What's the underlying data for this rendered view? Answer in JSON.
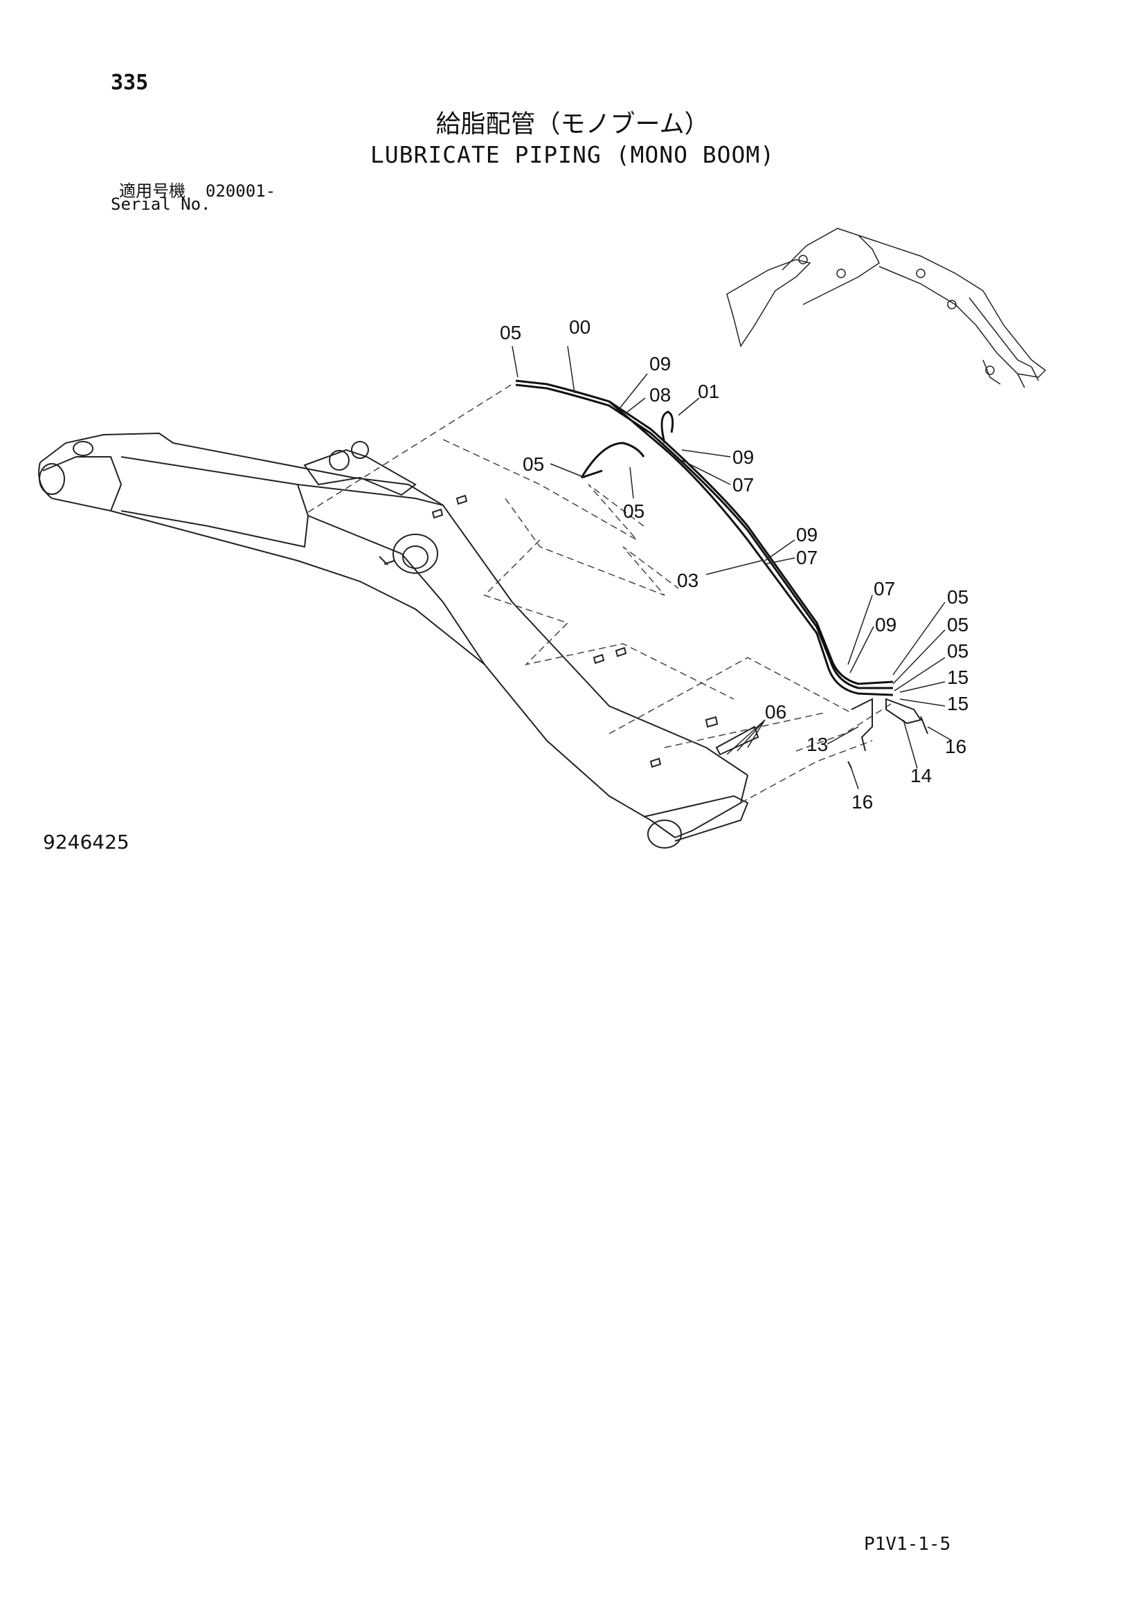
{
  "header": {
    "page_number": "335",
    "title_jp": "給脂配管（モノブーム）",
    "title_en": "LUBRICATE PIPING (MONO BOOM)",
    "serial_label_jp": "適用号機",
    "serial_value": "020001-",
    "serial_label_en": "Serial No."
  },
  "drawing": {
    "drawing_number": "9246425",
    "callouts": [
      {
        "id": "c-05a",
        "text": "05"
      },
      {
        "id": "c-00",
        "text": "00"
      },
      {
        "id": "c-09a",
        "text": "09"
      },
      {
        "id": "c-08",
        "text": "08"
      },
      {
        "id": "c-01",
        "text": "01"
      },
      {
        "id": "c-05b",
        "text": "05"
      },
      {
        "id": "c-09b",
        "text": "09"
      },
      {
        "id": "c-07a",
        "text": "07"
      },
      {
        "id": "c-05c",
        "text": "05"
      },
      {
        "id": "c-09c",
        "text": "09"
      },
      {
        "id": "c-07b",
        "text": "07"
      },
      {
        "id": "c-03",
        "text": "03"
      },
      {
        "id": "c-07c",
        "text": "07"
      },
      {
        "id": "c-05d",
        "text": "05"
      },
      {
        "id": "c-09d",
        "text": "09"
      },
      {
        "id": "c-05e",
        "text": "05"
      },
      {
        "id": "c-05f",
        "text": "05"
      },
      {
        "id": "c-15a",
        "text": "15"
      },
      {
        "id": "c-15b",
        "text": "15"
      },
      {
        "id": "c-06",
        "text": "06"
      },
      {
        "id": "c-13",
        "text": "13"
      },
      {
        "id": "c-16a",
        "text": "16"
      },
      {
        "id": "c-14",
        "text": "14"
      },
      {
        "id": "c-16b",
        "text": "16"
      }
    ]
  },
  "footer": {
    "page_ref": "P1V1-1-5"
  }
}
